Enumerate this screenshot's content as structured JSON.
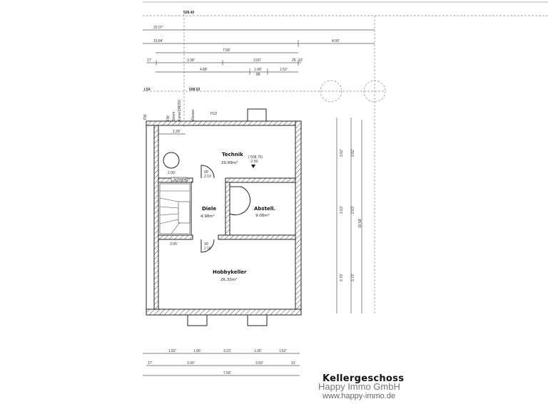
{
  "plan": {
    "title": "Kellergeschoss",
    "company": "Happy Immo GmbH",
    "website": "www.happy-immo.de",
    "levels": {
      "top": "508.40",
      "mid": "508.53",
      "mid_label": "L54"
    },
    "rooms": [
      {
        "name": "Technik",
        "area": "20.99m²"
      },
      {
        "name": "Diele",
        "area": "4.98m²"
      },
      {
        "name": "Abstell.",
        "area": "9.08m²"
      },
      {
        "name": "Hobbykeller",
        "area": "26.33m²"
      }
    ],
    "technik_level": {
      "value": "( 508.75)",
      "offset": "-2.50"
    },
    "labels": {
      "h12": "H12",
      "fw": "FW",
      "strom": "Strom",
      "kanal": "Kanal DN150",
      "wasser": "Wasser",
      "dim_128": "1.28'",
      "dim_200": "2.00'",
      "dim_205": "2.05'",
      "door_90": "90'",
      "door_219": "2.19",
      "door_216": "2.16",
      "schrank": "Schrank"
    },
    "dimensions_top": {
      "row1": [
        "22.07'"
      ],
      "row2": [
        "15.84'",
        "4.00'"
      ],
      "row3": [
        "7.58'"
      ],
      "row4": [
        "17'",
        "3.38'",
        "3.50'",
        "25'",
        "10'"
      ],
      "row5": [
        "4.88'",
        "1.08'",
        "88",
        "1.52'"
      ]
    },
    "dimensions_right": {
      "inner": [
        "3.79'",
        "2.63'",
        "3.82'"
      ],
      "total": "10.58'"
    },
    "dimensions_bottom": {
      "row1": [
        "1.82'",
        "1.06'",
        "3.23'",
        "1.06'",
        "1.62'"
      ],
      "row2": [
        "17'",
        "3.30'",
        "3.50'",
        "31'"
      ],
      "row3": [
        "7.58'"
      ]
    }
  }
}
